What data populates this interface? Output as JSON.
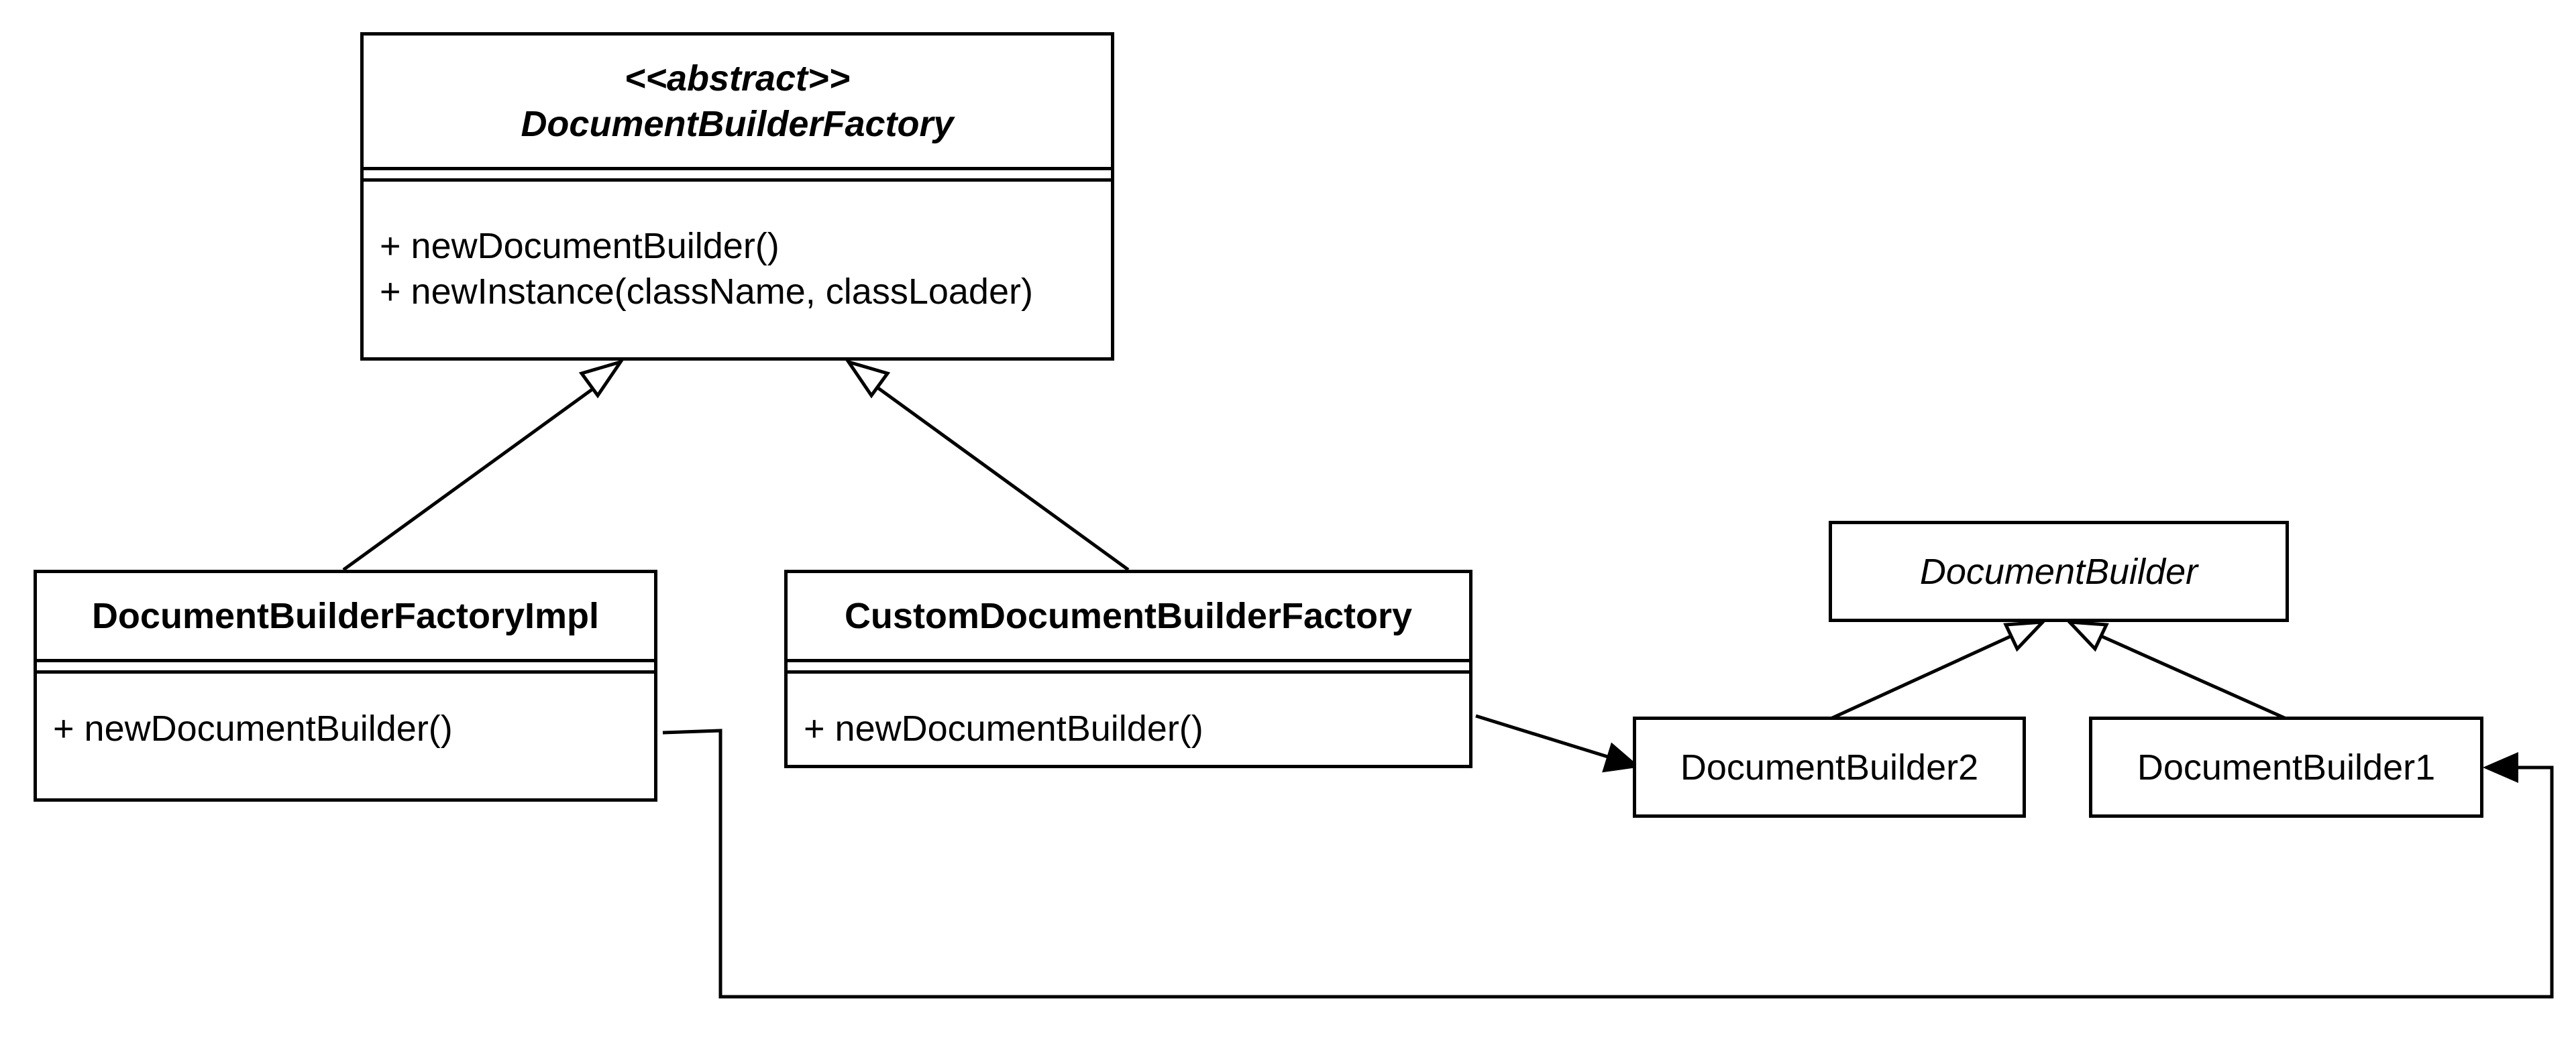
{
  "classes": {
    "factory": {
      "stereotype": "<<abstract>>",
      "name": "DocumentBuilderFactory",
      "methods": [
        "+ newDocumentBuilder()",
        "+ newInstance(className, classLoader)"
      ]
    },
    "factory_impl": {
      "name": "DocumentBuilderFactoryImpl",
      "methods": [
        "+ newDocumentBuilder()"
      ]
    },
    "custom_factory": {
      "name": "CustomDocumentBuilderFactory",
      "methods": [
        "+ newDocumentBuilder()"
      ]
    },
    "builder": {
      "name": "DocumentBuilder"
    },
    "builder2": {
      "name": "DocumentBuilder2"
    },
    "builder1": {
      "name": "DocumentBuilder1"
    }
  },
  "relations": [
    {
      "from": "factory_impl",
      "to": "factory",
      "kind": "generalization"
    },
    {
      "from": "custom_factory",
      "to": "factory",
      "kind": "generalization"
    },
    {
      "from": "builder2",
      "to": "builder",
      "kind": "generalization"
    },
    {
      "from": "builder1",
      "to": "builder",
      "kind": "generalization"
    },
    {
      "from": "custom_factory",
      "to": "builder2",
      "kind": "association"
    },
    {
      "from": "factory_impl",
      "to": "builder1",
      "kind": "association"
    }
  ],
  "colors": {
    "line": "#000000",
    "fill": "#ffffff"
  }
}
